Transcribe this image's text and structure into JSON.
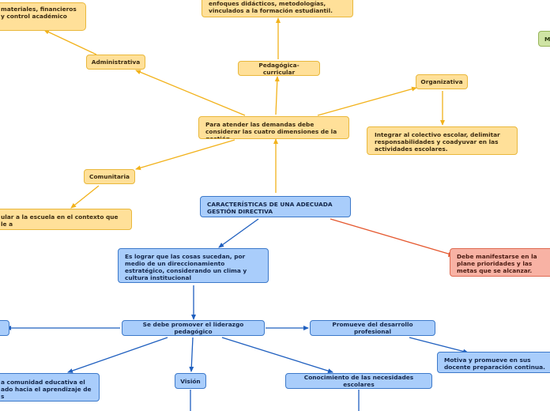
{
  "nodes": {
    "central": "CARACTERÍSTICAS DE UNA ADECUADA GESTIÓN DIRECTIVA",
    "dimensiones": "Para atender las demandas debe considerar las cuatro dimensiones de la gestión",
    "administrativa": "Administrativa",
    "administrativa_desc": "materiales, financieros y control académico",
    "pedagogica": "Pedagógica-curricular",
    "pedagogica_desc": "enfoques didácticos, metodologías, vinculados a la formación estudiantil.",
    "organizativa": "Organizativa",
    "organizativa_desc": "Integrar al colectivo escolar, delimitar responsabilidades y coadyuvar en las actividades escolares.",
    "comunitaria": "Comunitaria",
    "comunitaria_desc": "ular a la escuela en el contexto que le a",
    "lograr": "Es lograr que las cosas sucedan, por medio de un direccionamiento estratégico, considerando un clima y cultura institucional",
    "liderazgo": "Se debe promover el liderazgo pedagógico",
    "desarrollo": "Promueve del desarrollo profesional",
    "motiva": "Motiva y promueve en sus docente preparación continua.",
    "vision": "Visión",
    "conocimiento": "Conocimiento de las necesidades escolares",
    "comunidad": "a comunidad educativa el ado hacia el aprendizaje de s",
    "planeacion": "Debe manifestarse en la plane prioridades y las metas que se alcanzar.",
    "green_partial": "M"
  }
}
